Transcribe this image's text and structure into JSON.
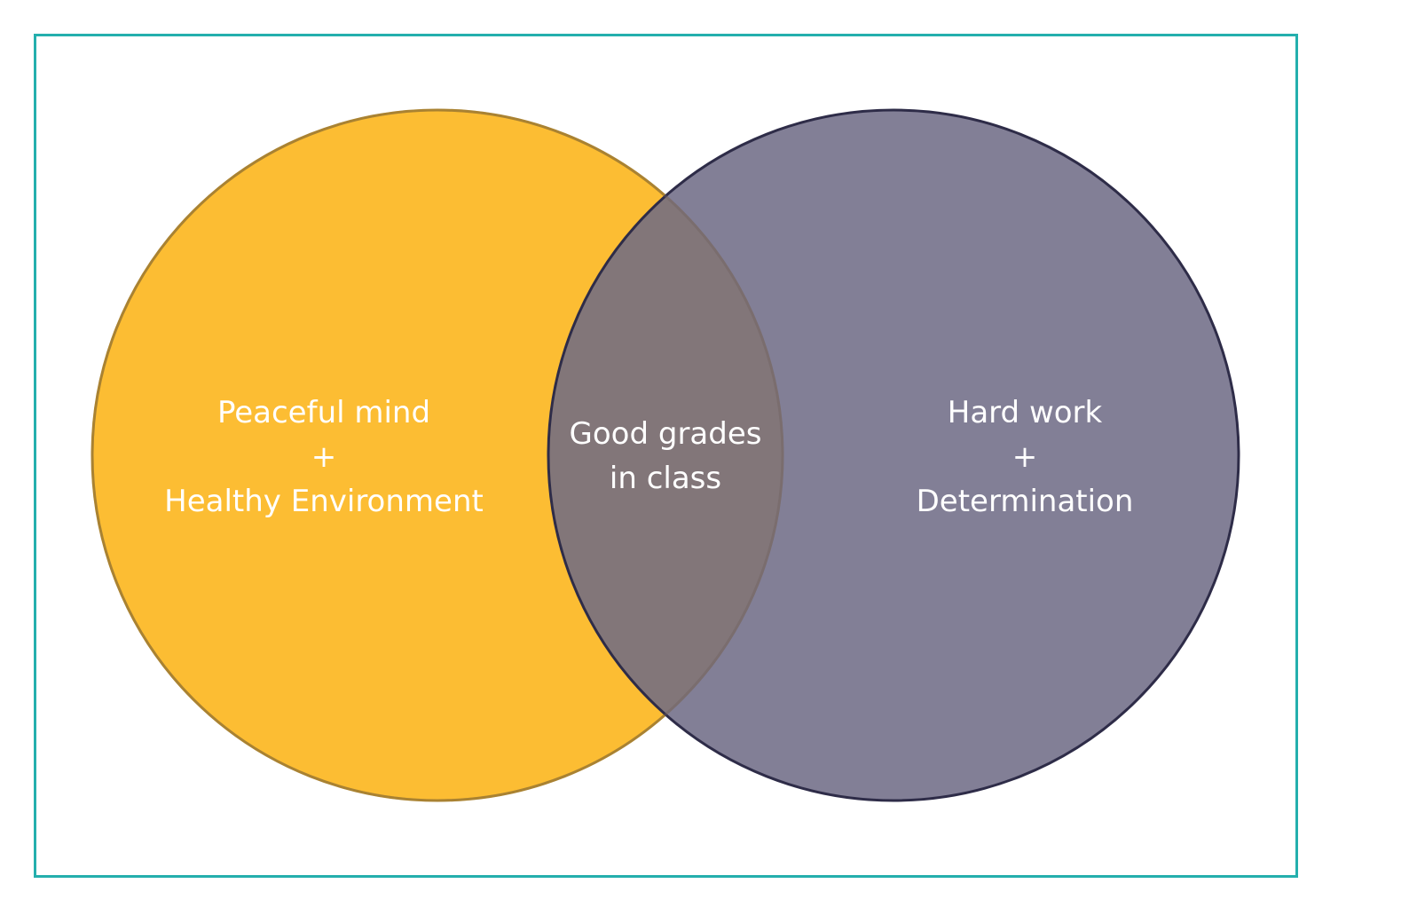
{
  "diagram": {
    "type": "venn",
    "frame_color": "#24afad",
    "sets": [
      {
        "id": "left",
        "lines": [
          "Peaceful mind",
          "+",
          "Healthy Environment"
        ],
        "fill": "#fcbd33",
        "stroke": "#c28f1a"
      },
      {
        "id": "right",
        "lines": [
          "Hard work",
          "+",
          "Determination"
        ],
        "fill": "#6d6a85",
        "stroke": "#2e2c48"
      }
    ],
    "intersection": {
      "lines": [
        "Good grades",
        "in class"
      ],
      "fill": "#7f7371"
    }
  }
}
